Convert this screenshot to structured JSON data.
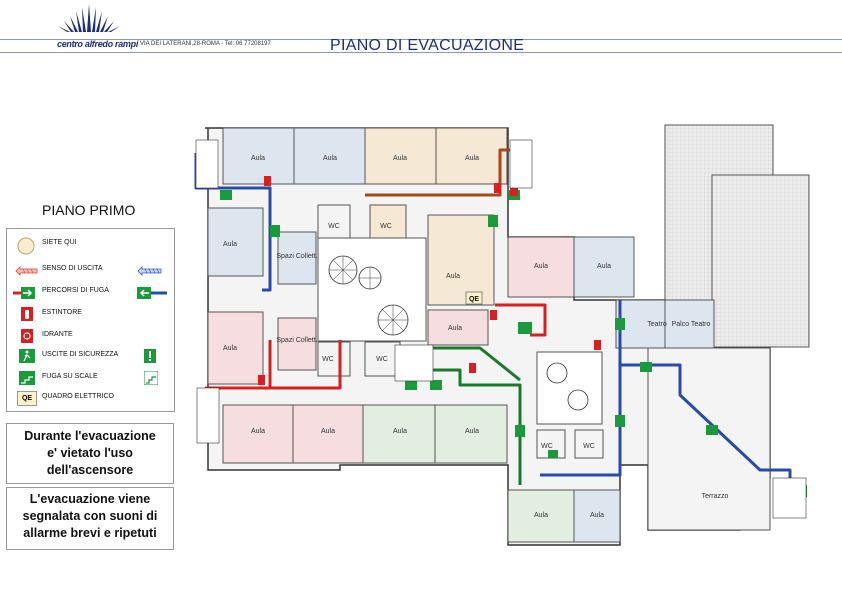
{
  "header": {
    "logo_text": "centro alfredo rampi",
    "address": "VIA DEI LATERANI,28-ROMA - Tel: 06 77208197",
    "title": "PIANO DI EVACUAZIONE"
  },
  "floor_title": "PIANO PRIMO",
  "legend": [
    {
      "icon": "you-are-here-icon",
      "label": "SIETE QUI"
    },
    {
      "icon": "exit-direction-icon",
      "label": "SENSO DI USCITA"
    },
    {
      "icon": "escape-route-icon",
      "label": "PERCORSI DI FUGA"
    },
    {
      "icon": "fire-extinguisher-icon",
      "label": "ESTINTORE"
    },
    {
      "icon": "hydrant-icon",
      "label": "IDRANTE"
    },
    {
      "icon": "emergency-exit-icon",
      "label": "USCITE DI SICUREZZA"
    },
    {
      "icon": "stairs-escape-icon",
      "label": "FUGA SU SCALE"
    },
    {
      "icon": "electrical-panel-icon",
      "label": "QUADRO ELETTRICO",
      "badge": "QE"
    }
  ],
  "warnings": {
    "elevator": [
      "Durante l'evacuazione",
      "e' vietato l'uso",
      "dell'ascensore"
    ],
    "alarm": [
      "L'evacuazione viene",
      "segnalata con suoni di",
      "allarme brevi e ripetuti"
    ]
  },
  "map": {
    "rooms": {
      "aula_1": "Aula",
      "aula_2": "Aula",
      "aula_3": "Aula",
      "aula_4": "Aula",
      "aula_west_1": "Aula",
      "aula_west_2": "Aula",
      "aula_south_1": "Aula",
      "aula_south_2": "Aula",
      "aula_south_3": "Aula",
      "aula_south_4": "Aula",
      "aula_east_1": "Aula",
      "aula_east_2": "Aula",
      "aula_east_3": "Aula",
      "aula_bottom_1": "Aula",
      "aula_bottom_2": "Aula",
      "spazi_1": "Spazi Collett.",
      "spazi_2": "Spazi Collett.",
      "teatro": "Teatro",
      "palco": "Palco Teatro",
      "terrazzo": "Terrazzo",
      "wc_1": "WC",
      "wc_2": "WC",
      "wc_3": "WC",
      "wc_4": "WC",
      "wc_5": "WC",
      "wc_6": "WC",
      "qe": "QE"
    },
    "colors": {
      "blue_route": "#2a4aa8",
      "red_route": "#d82020",
      "brown_route": "#a14a1a",
      "green_route": "#1a7a2a",
      "exit_sign": "#1a9a3a",
      "room_blue": "#dde6ee",
      "room_pink": "#f5dde0",
      "room_peach": "#f5e8d5",
      "room_green": "#e2eee0"
    }
  }
}
